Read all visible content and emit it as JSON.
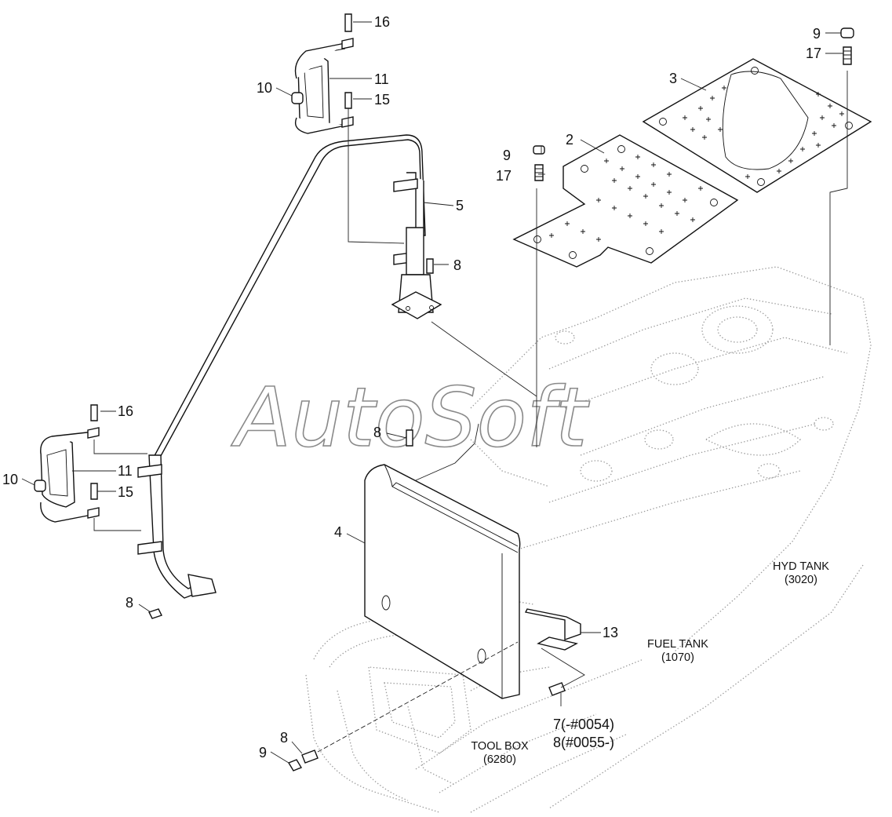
{
  "watermark": "AutoSoft",
  "callouts": {
    "c16_top": "16",
    "c11_top": "11",
    "c10_top": "10",
    "c15_top": "15",
    "c5": "5",
    "c8_mid": "8",
    "c9_plate": "9",
    "c17_plate": "17",
    "c2": "2",
    "c3": "3",
    "c9_right": "9",
    "c17_right": "17",
    "c16_bot": "16",
    "c10_bot": "10",
    "c11_bot": "11",
    "c15_bot": "15",
    "c8_box": "8",
    "c4": "4",
    "c8_left": "8",
    "c13": "13",
    "c7": "7(-#0054)",
    "c8_serial": "8(#0055-)",
    "c8_bottom": "8",
    "c9_bottom": "9"
  },
  "references": {
    "hyd_tank_name": "HYD TANK",
    "hyd_tank_code": "(3020)",
    "fuel_tank_name": "FUEL TANK",
    "fuel_tank_code": "(1070)",
    "tool_box_name": "TOOL BOX",
    "tool_box_code": "(6280)"
  }
}
